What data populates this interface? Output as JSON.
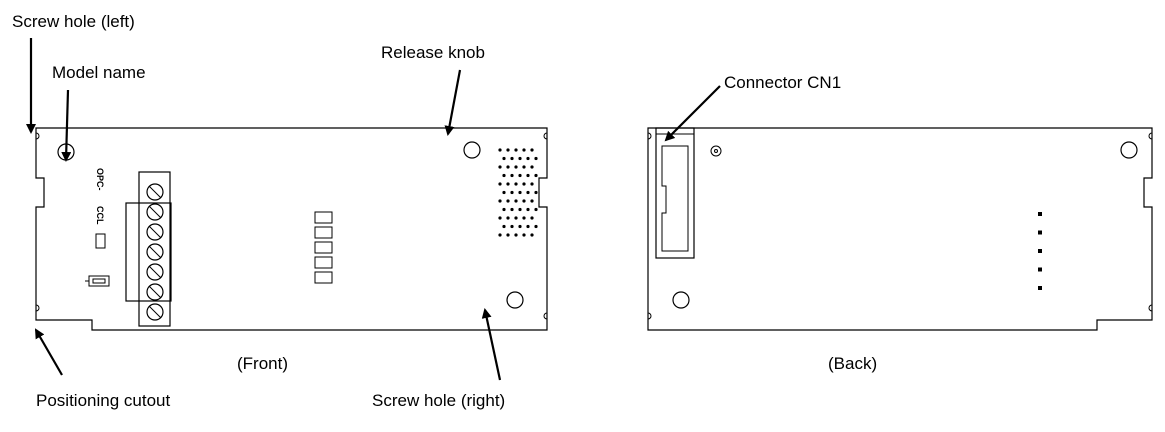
{
  "labels": {
    "screw_hole_left": "Screw hole (left)",
    "model_name": "Model name",
    "release_knob": "Release knob",
    "connector_cn1": "Connector CN1",
    "positioning_cutout": "Positioning cutout",
    "screw_hole_right": "Screw hole (right)",
    "front": "(Front)",
    "back": "(Back)"
  },
  "board_marks": {
    "opc": "OPC-",
    "ccl": "CCL"
  },
  "terminal_screw_count": 7,
  "indicator_count": 5
}
